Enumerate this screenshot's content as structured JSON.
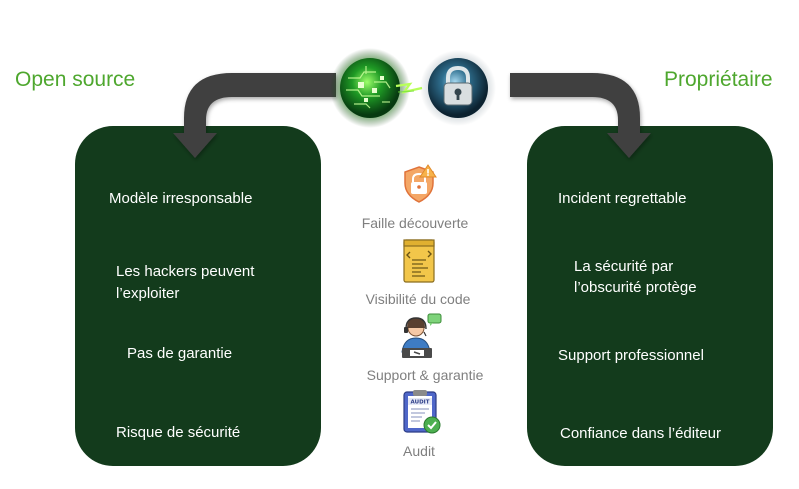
{
  "open_source": {
    "title": "Open source",
    "items": [
      "Modèle irresponsable",
      "Les hackers peuvent",
      "l’exploiter",
      "Pas de garantie",
      "Risque de sécurité"
    ]
  },
  "proprietary": {
    "title": "Propriétaire",
    "items": [
      "Incident regrettable",
      "La sécurité par",
      "l’obscurité protège",
      "Support professionnel",
      "Confiance dans l’éditeur"
    ]
  },
  "criteria": [
    {
      "label": "Faille découverte",
      "icon": "shield-alert-icon"
    },
    {
      "label": "Visibilité du code",
      "icon": "code-document-icon"
    },
    {
      "label": "Support  & garantie",
      "icon": "support-agent-icon"
    },
    {
      "label": "Audit",
      "icon": "audit-clipboard-icon"
    }
  ],
  "hero": {
    "left_icon": "green-circuit-sphere-icon",
    "right_icon": "padlock-sphere-icon"
  },
  "colors": {
    "title_green": "#4ea72e",
    "panel_green": "#133b1c",
    "arrow_gray": "#404040",
    "label_gray": "#7f7f7f"
  }
}
